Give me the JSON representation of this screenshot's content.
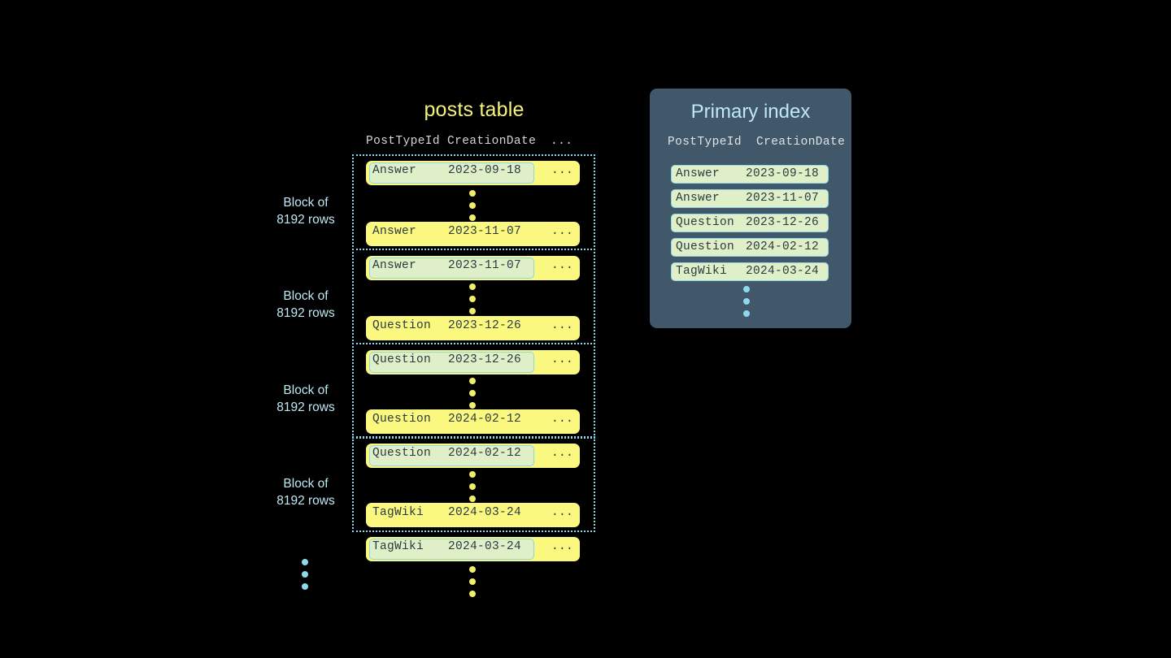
{
  "colors": {
    "background": "#000000",
    "row_yellow": "#fbf87f",
    "row_highlight_green": "#dff0c8",
    "accent_blue": "#8fd4e8",
    "title_yellow": "#f5f37a",
    "panel_slate": "#41586a",
    "header_gray": "#d6d6d6",
    "text_dark": "#2b3a42"
  },
  "posts_table": {
    "title": "posts table",
    "columns": {
      "post_type_id": "PostTypeId",
      "creation_date": "CreationDate",
      "more": "..."
    },
    "blocks": [
      {
        "label_line1": "Block of",
        "label_line2": "8192 rows",
        "rows": [
          {
            "post_type_id": "Answer",
            "creation_date": "2023-09-18",
            "more": "...",
            "highlighted": true
          },
          {
            "post_type_id": "Answer",
            "creation_date": "2023-11-07",
            "more": "...",
            "highlighted": false
          }
        ],
        "ellipsis": "vertical-dots"
      },
      {
        "label_line1": "Block of",
        "label_line2": "8192 rows",
        "rows": [
          {
            "post_type_id": "Answer",
            "creation_date": "2023-11-07",
            "more": "...",
            "highlighted": true
          },
          {
            "post_type_id": "Question",
            "creation_date": "2023-12-26",
            "more": "...",
            "highlighted": false
          }
        ],
        "ellipsis": "vertical-dots"
      },
      {
        "label_line1": "Block of",
        "label_line2": "8192 rows",
        "rows": [
          {
            "post_type_id": "Question",
            "creation_date": "2023-12-26",
            "more": "...",
            "highlighted": true
          },
          {
            "post_type_id": "Question",
            "creation_date": "2024-02-12",
            "more": "...",
            "highlighted": false
          }
        ],
        "ellipsis": "vertical-dots"
      },
      {
        "label_line1": "Block of",
        "label_line2": "8192 rows",
        "rows": [
          {
            "post_type_id": "Question",
            "creation_date": "2024-02-12",
            "more": "...",
            "highlighted": true
          },
          {
            "post_type_id": "TagWiki",
            "creation_date": "2024-03-24",
            "more": "...",
            "highlighted": false
          }
        ],
        "ellipsis": "vertical-dots"
      }
    ],
    "trailing_row": {
      "post_type_id": "TagWiki",
      "creation_date": "2024-03-24",
      "more": "...",
      "highlighted": true
    },
    "trailing_ellipsis": "vertical-dots",
    "left_ellipsis": "vertical-dots"
  },
  "primary_index": {
    "title": "Primary index",
    "columns": {
      "post_type_id": "PostTypeId",
      "creation_date": "CreationDate"
    },
    "rows": [
      {
        "post_type_id": "Answer",
        "creation_date": "2023-09-18"
      },
      {
        "post_type_id": "Answer",
        "creation_date": "2023-11-07"
      },
      {
        "post_type_id": "Question",
        "creation_date": "2023-12-26"
      },
      {
        "post_type_id": "Question",
        "creation_date": "2024-02-12"
      },
      {
        "post_type_id": "TagWiki",
        "creation_date": "2024-03-24"
      }
    ],
    "ellipsis": "vertical-dots"
  }
}
